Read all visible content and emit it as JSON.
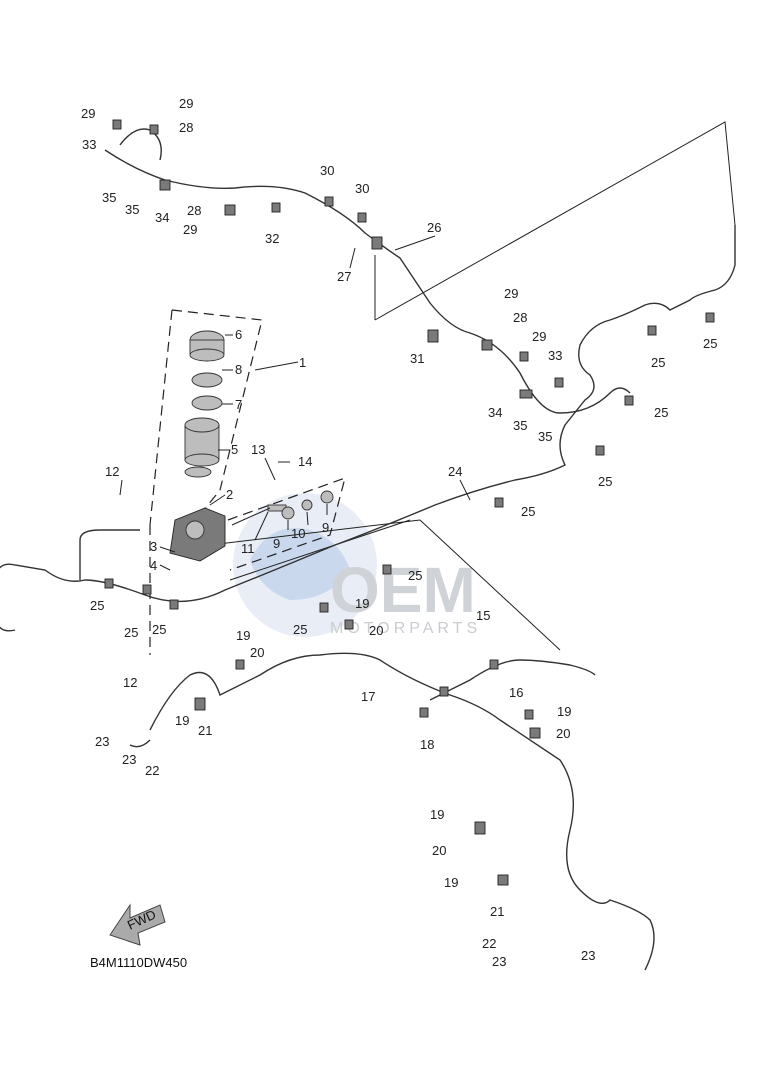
{
  "diagram": {
    "code": "B4M1110DW450",
    "fwd_label": "FWD",
    "watermark": {
      "main": "OEM",
      "sub": "MOTORPARTS"
    },
    "callouts": [
      {
        "id": "c1",
        "text": "1"
      },
      {
        "id": "c2",
        "text": "2"
      },
      {
        "id": "c3",
        "text": "3"
      },
      {
        "id": "c4",
        "text": "4"
      },
      {
        "id": "c5",
        "text": "5"
      },
      {
        "id": "c6",
        "text": "6"
      },
      {
        "id": "c7",
        "text": "7"
      },
      {
        "id": "c8",
        "text": "8"
      },
      {
        "id": "c9a",
        "text": "9"
      },
      {
        "id": "c9b",
        "text": "9"
      },
      {
        "id": "c10",
        "text": "10"
      },
      {
        "id": "c11",
        "text": "11"
      },
      {
        "id": "c12a",
        "text": "12"
      },
      {
        "id": "c12b",
        "text": "12"
      },
      {
        "id": "c13",
        "text": "13"
      },
      {
        "id": "c14",
        "text": "14"
      },
      {
        "id": "c15",
        "text": "15"
      },
      {
        "id": "c16",
        "text": "16"
      },
      {
        "id": "c17",
        "text": "17"
      },
      {
        "id": "c18",
        "text": "18"
      },
      {
        "id": "c19a",
        "text": "19"
      },
      {
        "id": "c19b",
        "text": "19"
      },
      {
        "id": "c19c",
        "text": "19"
      },
      {
        "id": "c19d",
        "text": "19"
      },
      {
        "id": "c19e",
        "text": "19"
      },
      {
        "id": "c19f",
        "text": "19"
      },
      {
        "id": "c20a",
        "text": "20"
      },
      {
        "id": "c20b",
        "text": "20"
      },
      {
        "id": "c20c",
        "text": "20"
      },
      {
        "id": "c20d",
        "text": "20"
      },
      {
        "id": "c21a",
        "text": "21"
      },
      {
        "id": "c21b",
        "text": "21"
      },
      {
        "id": "c22a",
        "text": "22"
      },
      {
        "id": "c22b",
        "text": "22"
      },
      {
        "id": "c23a",
        "text": "23"
      },
      {
        "id": "c23b",
        "text": "23"
      },
      {
        "id": "c23c",
        "text": "23"
      },
      {
        "id": "c23d",
        "text": "23"
      },
      {
        "id": "c24",
        "text": "24"
      },
      {
        "id": "c25a",
        "text": "25"
      },
      {
        "id": "c25b",
        "text": "25"
      },
      {
        "id": "c25c",
        "text": "25"
      },
      {
        "id": "c25d",
        "text": "25"
      },
      {
        "id": "c25e",
        "text": "25"
      },
      {
        "id": "c25f",
        "text": "25"
      },
      {
        "id": "c25g",
        "text": "25"
      },
      {
        "id": "c25h",
        "text": "25"
      },
      {
        "id": "c25i",
        "text": "25"
      },
      {
        "id": "c25j",
        "text": "25"
      },
      {
        "id": "c26",
        "text": "26"
      },
      {
        "id": "c27",
        "text": "27"
      },
      {
        "id": "c28a",
        "text": "28"
      },
      {
        "id": "c28b",
        "text": "28"
      },
      {
        "id": "c28c",
        "text": "28"
      },
      {
        "id": "c29a",
        "text": "29"
      },
      {
        "id": "c29b",
        "text": "29"
      },
      {
        "id": "c29c",
        "text": "29"
      },
      {
        "id": "c29d",
        "text": "29"
      },
      {
        "id": "c29e",
        "text": "29"
      },
      {
        "id": "c30a",
        "text": "30"
      },
      {
        "id": "c30b",
        "text": "30"
      },
      {
        "id": "c31",
        "text": "31"
      },
      {
        "id": "c32",
        "text": "32"
      },
      {
        "id": "c33a",
        "text": "33"
      },
      {
        "id": "c33b",
        "text": "33"
      },
      {
        "id": "c34a",
        "text": "34"
      },
      {
        "id": "c34b",
        "text": "34"
      },
      {
        "id": "c35a",
        "text": "35"
      },
      {
        "id": "c35b",
        "text": "35"
      },
      {
        "id": "c35c",
        "text": "35"
      },
      {
        "id": "c35d",
        "text": "35"
      }
    ]
  }
}
